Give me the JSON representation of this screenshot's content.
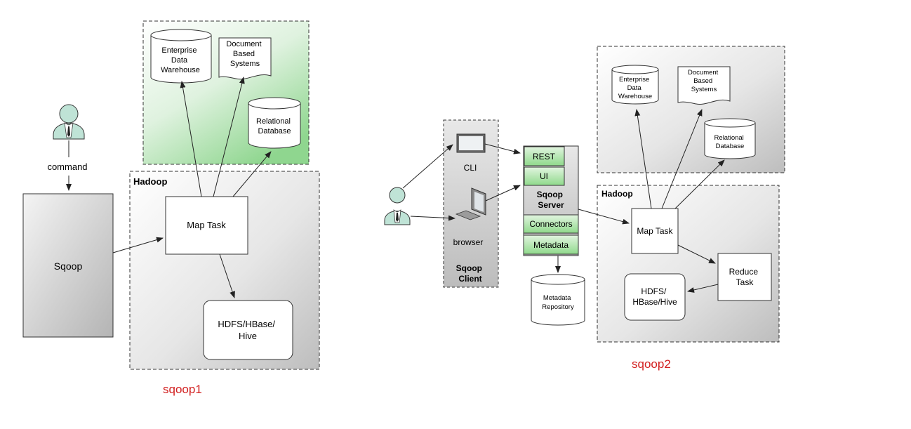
{
  "sqoop1": {
    "caption": "sqoop1",
    "user_label": "command",
    "sqoop": "Sqoop",
    "hadoop": "Hadoop",
    "map_task": "Map Task",
    "hdfs": [
      "HDFS/HBase/",
      "Hive"
    ],
    "edw": [
      "Enterprise",
      "Data",
      "Warehouse"
    ],
    "docs": [
      "Document",
      "Based",
      "Systems"
    ],
    "rdb": [
      "Relational",
      "Database"
    ]
  },
  "sqoop2": {
    "caption": "sqoop2",
    "cli": "CLI",
    "browser": "browser",
    "client": [
      "Sqoop",
      "Client"
    ],
    "rest": "REST",
    "ui": "UI",
    "server": [
      "Sqoop",
      "Server"
    ],
    "connectors": "Connectors",
    "metadata": "Metadata",
    "repo": [
      "Metadata",
      "Repository"
    ],
    "hadoop": "Hadoop",
    "map_task": "Map Task",
    "reduce": [
      "Reduce",
      "Task"
    ],
    "hdfs": [
      "HDFS/",
      "HBase/Hive"
    ],
    "edw": [
      "Enterprise",
      "Data",
      "Warehouse"
    ],
    "docs": [
      "Document",
      "Based",
      "Systems"
    ],
    "rdb": [
      "Relational",
      "Database"
    ]
  },
  "colors": {
    "caption": "#d22020",
    "green_light": "#ddf2dc",
    "green": "#6fcf6f",
    "panel_gray": "#d8d8d8",
    "user_teal": "#bfe3d6"
  }
}
